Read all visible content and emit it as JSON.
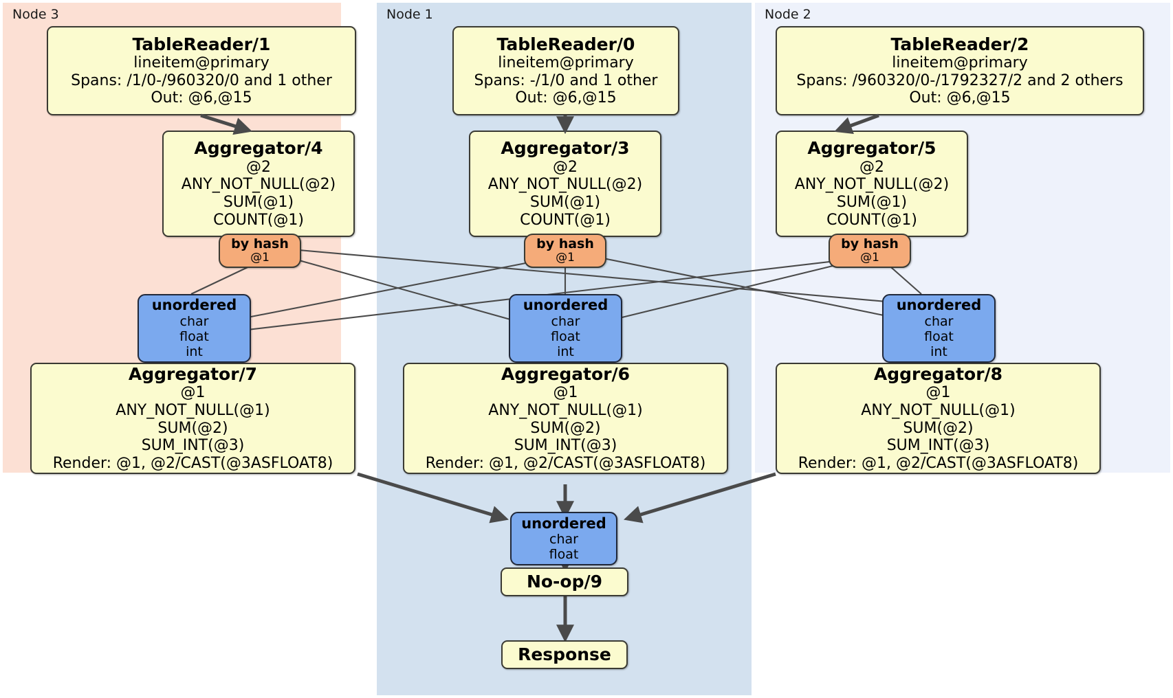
{
  "diagram": {
    "type": "distributed-query-plan",
    "colors": {
      "node3_panel": "#fce0d4",
      "node1_panel": "#d3e1ef",
      "node2_panel": "#eef2fb",
      "processor_fill": "#fbfbcf",
      "router_fill": "#f5ab79",
      "synchronizer_fill": "#7ba9ee",
      "edge": "#4a4a4a"
    }
  },
  "panels": [
    {
      "label": "Node 3"
    },
    {
      "label": "Node 1"
    },
    {
      "label": "Node 2"
    }
  ],
  "table_readers": [
    {
      "title": "TableReader/1",
      "table": "lineitem@primary",
      "spans": "Spans: /1/0-/960320/0 and 1 other",
      "out": "Out: @6,@15"
    },
    {
      "title": "TableReader/0",
      "table": "lineitem@primary",
      "spans": "Spans: -/1/0 and 1 other",
      "out": "Out: @6,@15"
    },
    {
      "title": "TableReader/2",
      "table": "lineitem@primary",
      "spans": "Spans: /960320/0-/1792327/2 and 2 others",
      "out": "Out: @6,@15"
    }
  ],
  "stage1_aggregators": [
    {
      "title": "Aggregator/4",
      "group": "@2",
      "aggs": [
        "ANY_NOT_NULL(@2)",
        "SUM(@1)",
        "COUNT(@1)"
      ]
    },
    {
      "title": "Aggregator/3",
      "group": "@2",
      "aggs": [
        "ANY_NOT_NULL(@2)",
        "SUM(@1)",
        "COUNT(@1)"
      ]
    },
    {
      "title": "Aggregator/5",
      "group": "@2",
      "aggs": [
        "ANY_NOT_NULL(@2)",
        "SUM(@1)",
        "COUNT(@1)"
      ]
    }
  ],
  "routers": [
    {
      "title": "by hash",
      "column": "@1"
    },
    {
      "title": "by hash",
      "column": "@1"
    },
    {
      "title": "by hash",
      "column": "@1"
    }
  ],
  "synchronizers": [
    {
      "title": "unordered",
      "types": [
        "char",
        "float",
        "int"
      ]
    },
    {
      "title": "unordered",
      "types": [
        "char",
        "float",
        "int"
      ]
    },
    {
      "title": "unordered",
      "types": [
        "char",
        "float",
        "int"
      ]
    }
  ],
  "stage2_aggregators": [
    {
      "title": "Aggregator/7",
      "group": "@1",
      "aggs": [
        "ANY_NOT_NULL(@1)",
        "SUM(@2)",
        "SUM_INT(@3)"
      ],
      "render": "Render: @1, @2/CAST(@3ASFLOAT8)"
    },
    {
      "title": "Aggregator/6",
      "group": "@1",
      "aggs": [
        "ANY_NOT_NULL(@1)",
        "SUM(@2)",
        "SUM_INT(@3)"
      ],
      "render": "Render: @1, @2/CAST(@3ASFLOAT8)"
    },
    {
      "title": "Aggregator/8",
      "group": "@1",
      "aggs": [
        "ANY_NOT_NULL(@1)",
        "SUM(@2)",
        "SUM_INT(@3)"
      ],
      "render": "Render: @1, @2/CAST(@3ASFLOAT8)"
    }
  ],
  "final_synchronizer": {
    "title": "unordered",
    "types": [
      "char",
      "float"
    ]
  },
  "noop": {
    "title": "No-op/9"
  },
  "response": {
    "title": "Response"
  }
}
